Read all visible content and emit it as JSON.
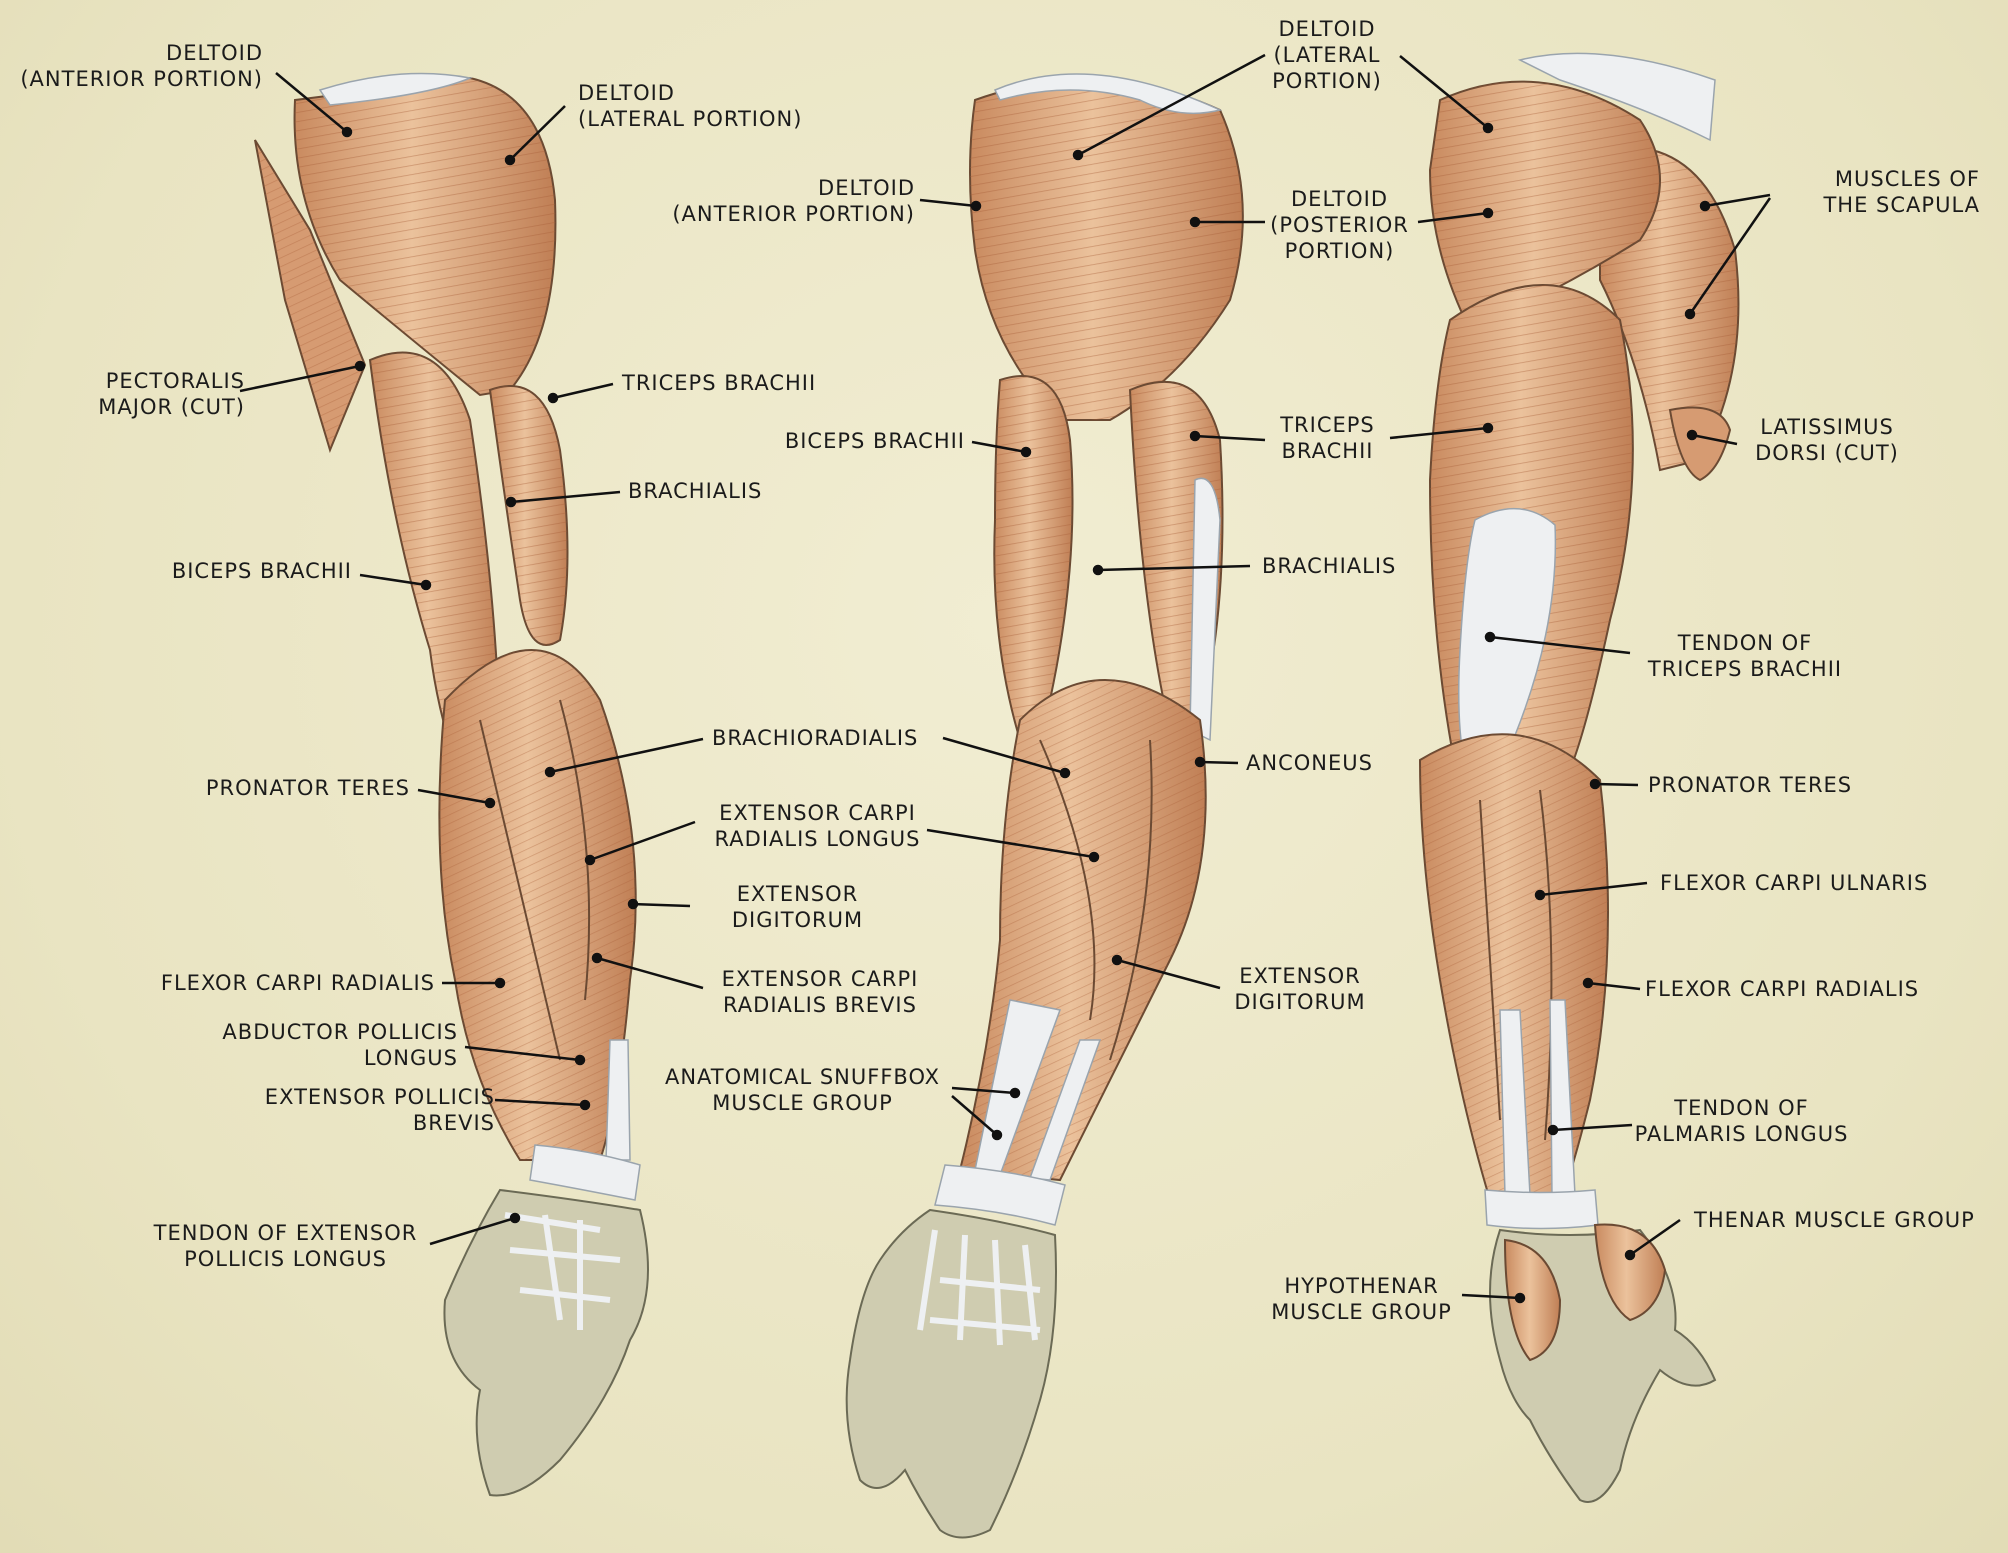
{
  "colors": {
    "background": "#ece8c8",
    "muscle": "#d9a27a",
    "muscle_dark": "#b9714a",
    "tendon": "#eef0f2",
    "skin": "#cfccb0",
    "label": "#1b1b1b"
  },
  "figures": [
    {
      "view": "anterior",
      "labels": [
        {
          "key": "deltoid_anterior",
          "lines": [
            "DELTOID",
            "(ANTERIOR PORTION)"
          ]
        },
        {
          "key": "deltoid_lateral",
          "lines": [
            "DELTOID",
            "(LATERAL PORTION)"
          ]
        },
        {
          "key": "pectoralis",
          "lines": [
            "PECTORALIS",
            "MAJOR (CUT)"
          ]
        },
        {
          "key": "triceps",
          "lines": [
            "TRICEPS BRACHII"
          ]
        },
        {
          "key": "brachialis",
          "lines": [
            "BRACHIALIS"
          ]
        },
        {
          "key": "biceps",
          "lines": [
            "BICEPS BRACHII"
          ]
        },
        {
          "key": "brachioradialis",
          "lines": [
            "BRACHIORADIALIS"
          ]
        },
        {
          "key": "pronator",
          "lines": [
            "PRONATOR TERES"
          ]
        },
        {
          "key": "ecrl",
          "lines": [
            "EXTENSOR CARPI",
            "RADIALIS LONGUS"
          ]
        },
        {
          "key": "ext_dig",
          "lines": [
            "EXTENSOR",
            "DIGITORUM"
          ]
        },
        {
          "key": "fcr",
          "lines": [
            "FLEXOR CARPI RADIALIS"
          ]
        },
        {
          "key": "ecrb",
          "lines": [
            "EXTENSOR CARPI",
            "RADIALIS BREVIS"
          ]
        },
        {
          "key": "apl",
          "lines": [
            "ABDUCTOR POLLICIS",
            "LONGUS"
          ]
        },
        {
          "key": "epb",
          "lines": [
            "EXTENSOR POLLICIS",
            "BREVIS"
          ]
        },
        {
          "key": "epl",
          "lines": [
            "TENDON OF EXTENSOR",
            "POLLICIS LONGUS"
          ]
        }
      ]
    },
    {
      "view": "lateral",
      "labels": [
        {
          "key": "deltoid_lateral",
          "lines": [
            "DELTOID",
            "(LATERAL",
            "PORTION)"
          ]
        },
        {
          "key": "deltoid_anterior",
          "lines": [
            "DELTOID",
            "(ANTERIOR PORTION)"
          ]
        },
        {
          "key": "deltoid_posterior",
          "lines": [
            "DELTOID",
            "(POSTERIOR",
            "PORTION)"
          ]
        },
        {
          "key": "biceps",
          "lines": [
            "BICEPS BRACHII"
          ]
        },
        {
          "key": "triceps",
          "lines": [
            "TRICEPS",
            "BRACHII"
          ]
        },
        {
          "key": "brachialis",
          "lines": [
            "BRACHIALIS"
          ]
        },
        {
          "key": "brachioradialis",
          "lines": [
            "BRACHIORADIALIS"
          ]
        },
        {
          "key": "anconeus",
          "lines": [
            "ANCONEUS"
          ]
        },
        {
          "key": "ecrl",
          "lines": [
            "EXTENSOR CARPI",
            "RADIALIS LONGUS"
          ]
        },
        {
          "key": "ext_dig",
          "lines": [
            "EXTENSOR",
            "DIGITORUM"
          ]
        },
        {
          "key": "snuffbox",
          "lines": [
            "ANATOMICAL SNUFFBOX",
            "MUSCLE GROUP"
          ]
        }
      ]
    },
    {
      "view": "posterior",
      "labels": [
        {
          "key": "scapula",
          "lines": [
            "MUSCLES OF",
            "THE SCAPULA"
          ]
        },
        {
          "key": "latissimus",
          "lines": [
            "LATISSIMUS",
            "DORSI (CUT)"
          ]
        },
        {
          "key": "tendon_triceps",
          "lines": [
            "TENDON OF",
            "TRICEPS BRACHII"
          ]
        },
        {
          "key": "pronator",
          "lines": [
            "PRONATOR TERES"
          ]
        },
        {
          "key": "fcu",
          "lines": [
            "FLEXOR CARPI ULNARIS"
          ]
        },
        {
          "key": "fcr",
          "lines": [
            "FLEXOR CARPI RADIALIS"
          ]
        },
        {
          "key": "palmaris",
          "lines": [
            "TENDON OF",
            "PALMARIS LONGUS"
          ]
        },
        {
          "key": "thenar",
          "lines": [
            "THENAR MUSCLE GROUP"
          ]
        },
        {
          "key": "hypothenar",
          "lines": [
            "HYPOTHENAR",
            "MUSCLE GROUP"
          ]
        }
      ]
    }
  ]
}
